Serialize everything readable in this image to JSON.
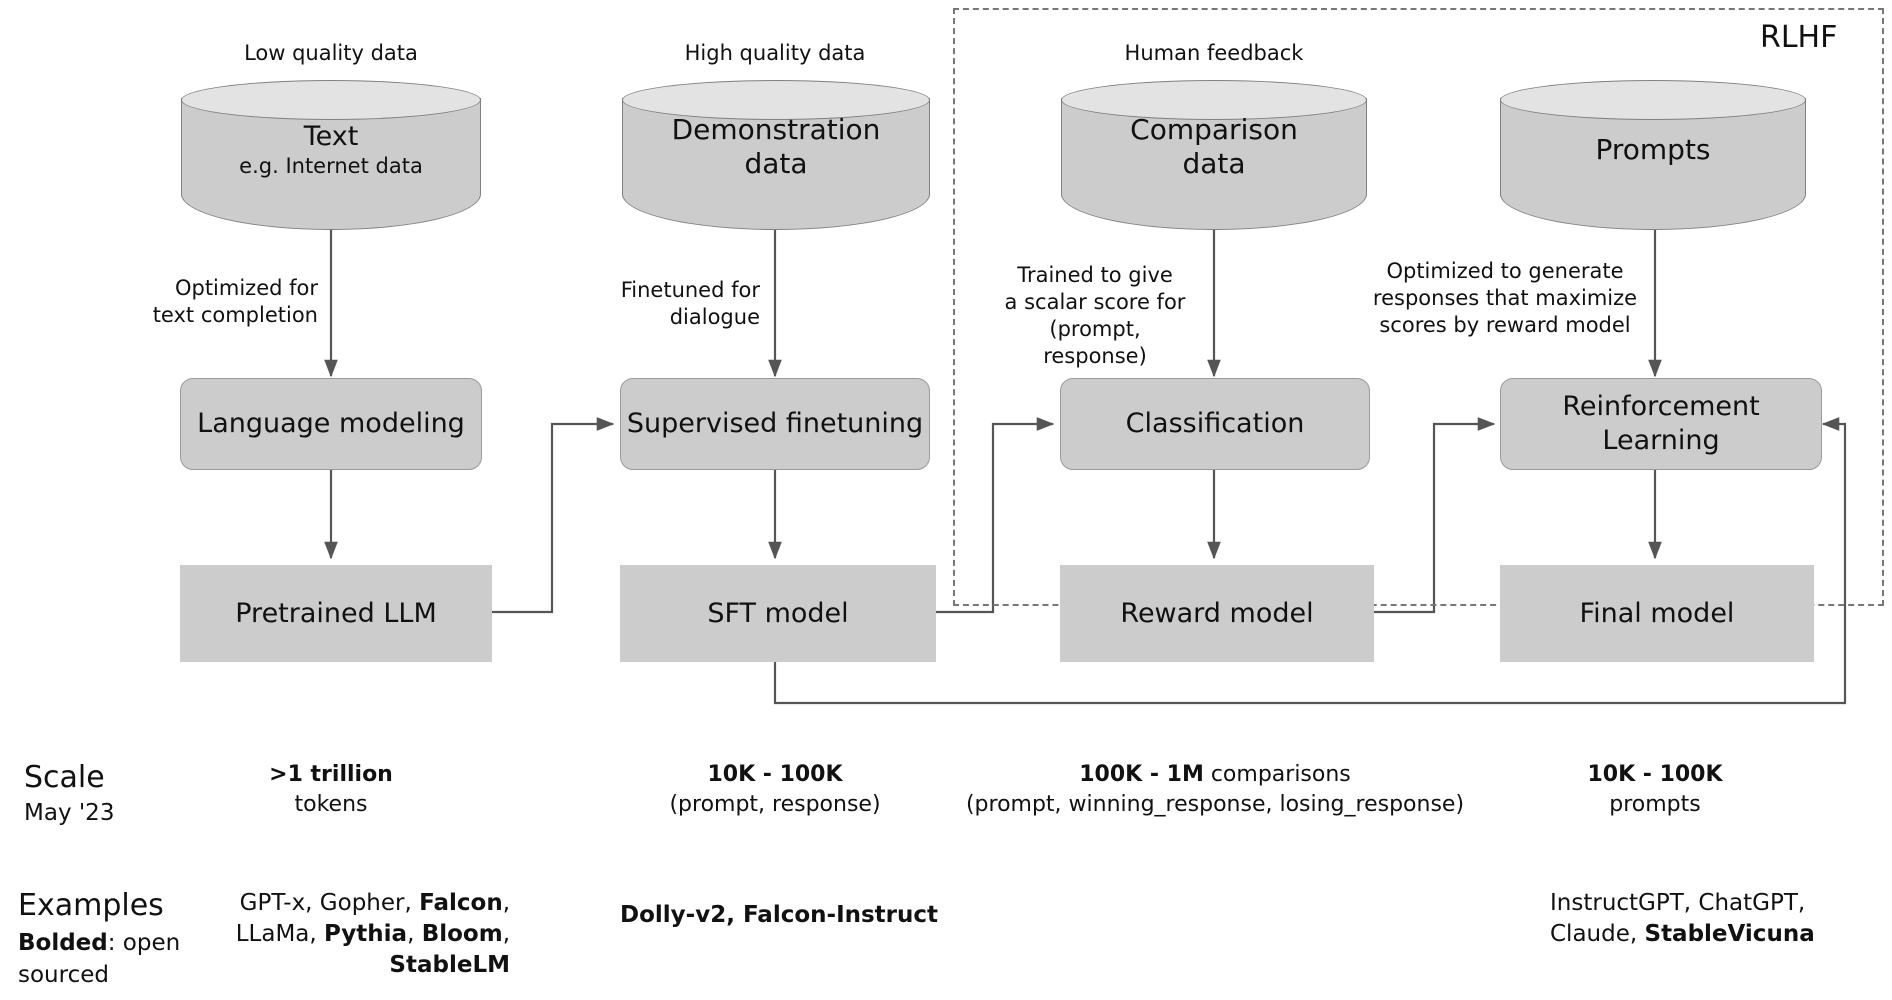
{
  "diagram": {
    "title": "RLHF training pipeline",
    "rlhf_region_label": "RLHF",
    "colors": {
      "box_fill": "#cccccc",
      "cylinder_top_fill": "#e3e3e3",
      "stroke": "#808080",
      "line": "#555555",
      "text": "#111111",
      "dashed_border": "#777777"
    }
  },
  "stages": [
    {
      "id": "pretraining",
      "data_caption": "Low quality data",
      "dataset_title": "Text",
      "dataset_subtitle": "e.g. Internet data",
      "arrow_label": "Optimized for\ntext completion",
      "process": "Language\nmodeling",
      "artifact": "Pretrained LLM",
      "scale_bold": ">1 trillion",
      "scale_rest": "tokens",
      "examples_lines": [
        [
          {
            "t": "GPT-x, Gopher, ",
            "b": false
          },
          {
            "t": "Falcon",
            "b": true
          },
          {
            "t": ",",
            "b": false
          }
        ],
        [
          {
            "t": "LLaMa, ",
            "b": false
          },
          {
            "t": "Pythia",
            "b": true
          },
          {
            "t": ", ",
            "b": false
          },
          {
            "t": "Bloom",
            "b": true
          },
          {
            "t": ",",
            "b": false
          }
        ],
        [
          {
            "t": "StableLM",
            "b": true
          }
        ]
      ]
    },
    {
      "id": "sft",
      "data_caption": "High quality data",
      "dataset_title": "Demonstration",
      "dataset_subtitle": "data",
      "arrow_label": "Finetuned for\ndialogue",
      "process": "Supervised\nfinetuning",
      "artifact": "SFT model",
      "scale_bold": "10K - 100K",
      "scale_rest": "(prompt, response)",
      "examples_lines": [
        [
          {
            "t": "Dolly-v2, Falcon-Instruct",
            "b": true
          }
        ]
      ]
    },
    {
      "id": "reward-modeling",
      "data_caption": "Human feedback",
      "dataset_title": "Comparison",
      "dataset_subtitle": "data",
      "arrow_label": "Trained to give\na scalar score for\n(prompt, response)",
      "process": "Classification",
      "artifact": "Reward model",
      "scale_bold": "100K - 1M",
      "scale_rest": " comparisons",
      "scale_second_line": "(prompt, winning_response, losing_response)",
      "examples_lines": []
    },
    {
      "id": "rl-finetuning",
      "data_caption": "",
      "dataset_title": "Prompts",
      "dataset_subtitle": "",
      "arrow_label": "Optimized to generate\nresponses that maximize\nscores by reward model",
      "process": "Reinforcement\nLearning",
      "artifact": "Final model",
      "scale_bold": "10K - 100K",
      "scale_rest": "prompts",
      "examples_lines": [
        [
          {
            "t": "InstructGPT, ChatGPT,",
            "b": false
          }
        ],
        [
          {
            "t": "Claude, ",
            "b": false
          },
          {
            "t": "StableVicuna",
            "b": true
          }
        ]
      ]
    }
  ],
  "footer": {
    "scale_title": "Scale",
    "scale_subtitle": "May '23",
    "examples_title": "Examples",
    "examples_note_bold": "Bolded",
    "examples_note_rest": ": open",
    "examples_note_line2": "sourced"
  }
}
